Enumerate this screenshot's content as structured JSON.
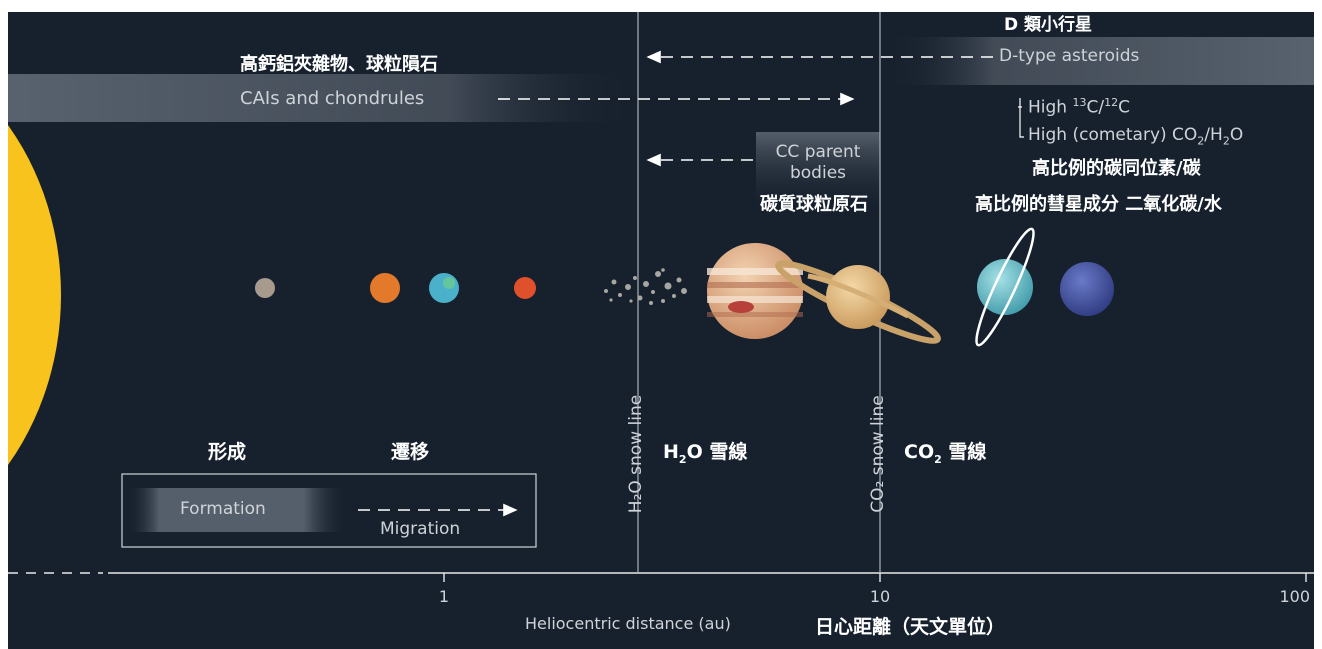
{
  "colors": {
    "background": "#17212e",
    "sun": "#f8c31c",
    "band": "#5c6672",
    "axis": "#e8e8e8",
    "snowline": "#aab2bb"
  },
  "d_type": {
    "zh": "D 類小行星",
    "en": "D-type asteroids"
  },
  "cais": {
    "zh": "高鈣鋁夾雜物、球粒隕石",
    "en": "CAIs and chondrules"
  },
  "cc_parent": {
    "en_line1": "CC parent",
    "en_line2": "bodies",
    "zh": "碳質球粒原石"
  },
  "high_ratios": {
    "line1_prefix": "High ",
    "line1_sup1": "13",
    "line1_mid": "C/",
    "line1_sup2": "12",
    "line1_suffix": "C",
    "line2_prefix": "High (cometary) CO",
    "line2_sub": "2",
    "line2_mid": "/H",
    "line2_sub2": "2",
    "line2_suffix": "O",
    "zh1": "高比例的碳同位素/碳",
    "zh2": "高比例的彗星成分 二氧化碳/水"
  },
  "snowlines": {
    "h2o_vertical": "H₂O  snow  line",
    "co2_vertical": "CO₂ snow line",
    "h2o_zh_prefix": "H",
    "h2o_zh_sub": "2",
    "h2o_zh_suffix": "O  雪線",
    "co2_zh_prefix": "CO",
    "co2_zh_sub": "2",
    "co2_zh_suffix": " 雪線"
  },
  "legend": {
    "formation_zh": "形成",
    "migration_zh": "遷移",
    "formation": "Formation",
    "migration": "Migration"
  },
  "axis": {
    "ticks": [
      "1",
      "10",
      "100"
    ],
    "label": "Heliocentric distance (au)",
    "label_zh": "日心距離（天文單位）"
  },
  "bodies": [
    {
      "name": "mercury",
      "color": "#a89a8c"
    },
    {
      "name": "venus",
      "color": "#e3792a"
    },
    {
      "name": "earth",
      "color": "#4bb0c9"
    },
    {
      "name": "mars",
      "color": "#e0502a"
    },
    {
      "name": "asteroid-belt",
      "color": "#a8a6a0"
    },
    {
      "name": "jupiter",
      "color": "#e8b48a"
    },
    {
      "name": "saturn",
      "color": "#e8c28e"
    },
    {
      "name": "uranus",
      "color": "#6cc3cd"
    },
    {
      "name": "neptune",
      "color": "#4a5aa8"
    }
  ]
}
